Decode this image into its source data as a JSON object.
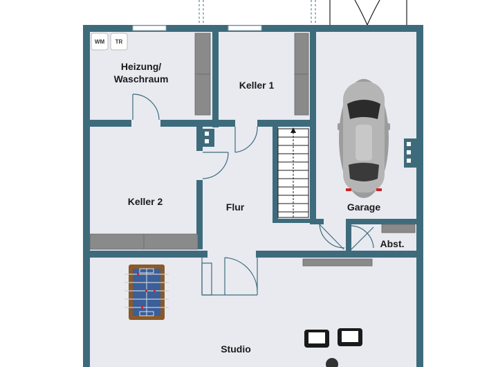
{
  "colors": {
    "wall": "#3d6b7c",
    "floor": "#e8eaf0",
    "furniture": "#8a8a8a",
    "door_line": "#3d6b7c",
    "car_body": "#a9a9a9"
  },
  "rooms": {
    "heizung_line1": "Heizung/",
    "heizung_line2": "Waschraum",
    "keller1": "Keller 1",
    "keller2": "Keller 2",
    "flur": "Flur",
    "garage": "Garage",
    "abst": "Abst.",
    "studio": "Studio"
  },
  "appliances": {
    "washing_machine": "WM",
    "dryer": "TR"
  },
  "icons": [
    "car-icon",
    "foosball-table-icon",
    "armchair-icon",
    "staircase-icon",
    "door-swing-icon",
    "window-icon",
    "radiator-icon"
  ]
}
